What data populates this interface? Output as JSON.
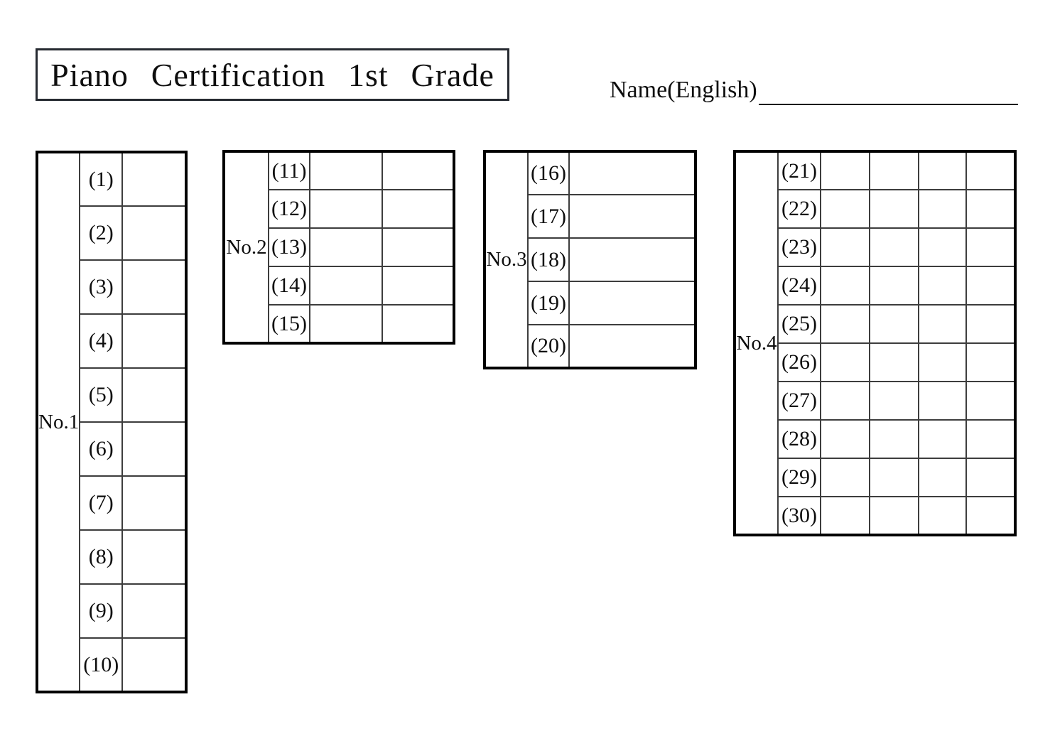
{
  "page": {
    "title": "Piano Certification 1st Grade",
    "name_label": "Name(English)",
    "name_value": ""
  },
  "colors": {
    "background": "#ffffff",
    "text": "#0e0e0e",
    "outer_border": "#000000",
    "grid_line": "#3d3d3d",
    "title_box_border": "#262a31"
  },
  "tables": [
    {
      "id": "no1",
      "label": "No.1",
      "answer_columns": 1,
      "rows": [
        {
          "label": "(1)"
        },
        {
          "label": "(2)"
        },
        {
          "label": "(3)"
        },
        {
          "label": "(4)"
        },
        {
          "label": "(5)"
        },
        {
          "label": "(6)"
        },
        {
          "label": "(7)"
        },
        {
          "label": "(8)"
        },
        {
          "label": "(9)"
        },
        {
          "label": "(10)"
        }
      ]
    },
    {
      "id": "no2",
      "label": "No.2",
      "answer_columns": 2,
      "rows": [
        {
          "label": "(11)"
        },
        {
          "label": "(12)"
        },
        {
          "label": "(13)"
        },
        {
          "label": "(14)"
        },
        {
          "label": "(15)"
        }
      ]
    },
    {
      "id": "no3",
      "label": "No.3",
      "answer_columns": 1,
      "rows": [
        {
          "label": "(16)"
        },
        {
          "label": "(17)"
        },
        {
          "label": "(18)"
        },
        {
          "label": "(19)"
        },
        {
          "label": "(20)"
        }
      ]
    },
    {
      "id": "no4",
      "label": "No.4",
      "answer_columns": 4,
      "rows": [
        {
          "label": "(21)"
        },
        {
          "label": "(22)"
        },
        {
          "label": "(23)"
        },
        {
          "label": "(24)"
        },
        {
          "label": "(25)"
        },
        {
          "label": "(26)"
        },
        {
          "label": "(27)"
        },
        {
          "label": "(28)"
        },
        {
          "label": "(29)"
        },
        {
          "label": "(30)"
        }
      ]
    }
  ]
}
